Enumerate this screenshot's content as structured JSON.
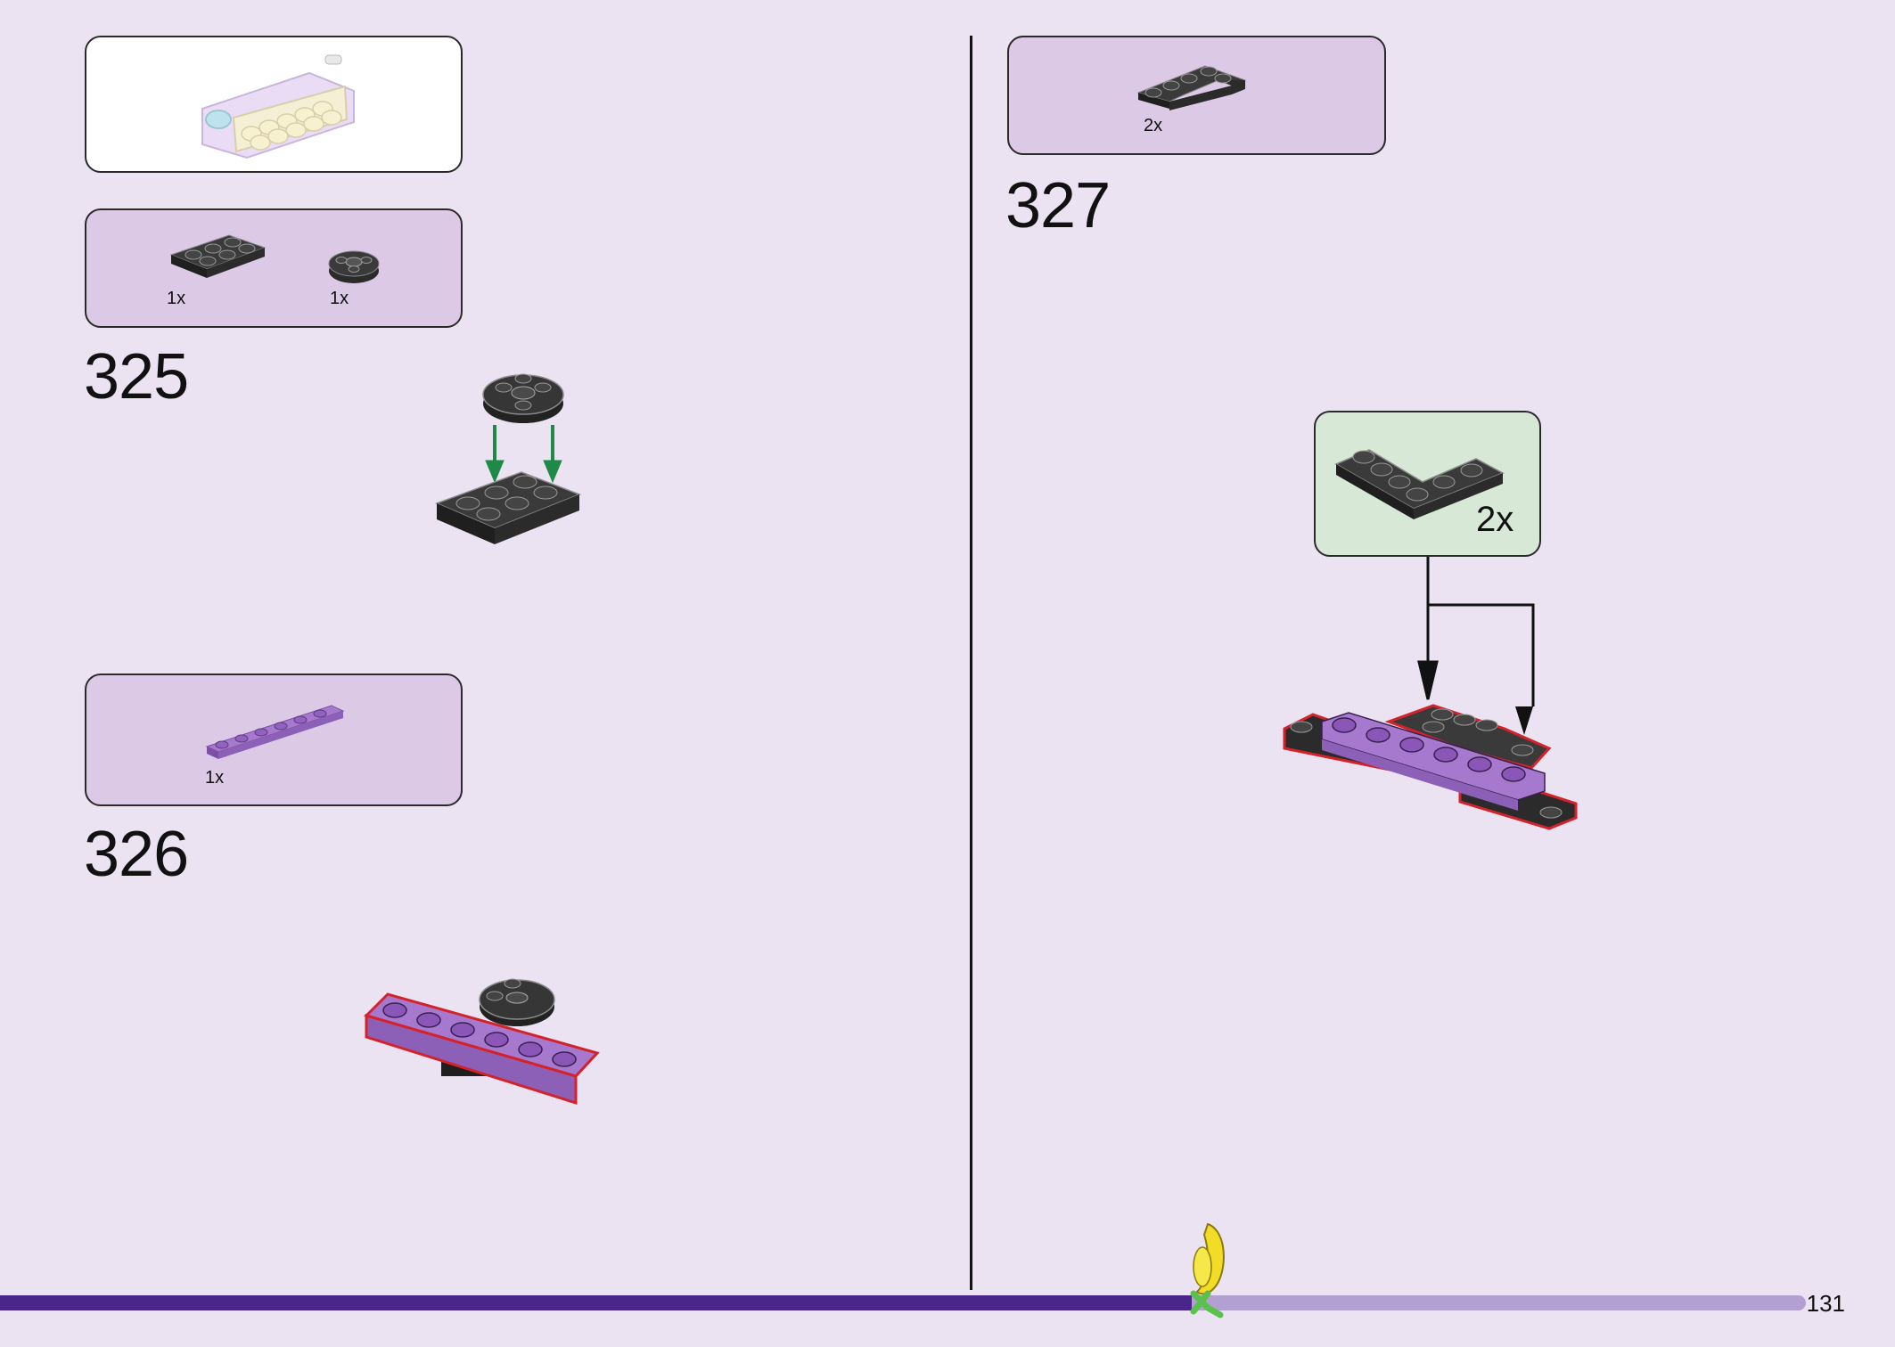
{
  "steps": [
    {
      "number": "325",
      "parts": [
        {
          "qty": "1x"
        },
        {
          "qty": "1x"
        }
      ]
    },
    {
      "number": "326",
      "parts": [
        {
          "qty": "1x"
        }
      ]
    },
    {
      "number": "327",
      "parts": [
        {
          "qty": "2x"
        }
      ],
      "callout_qty": "2x"
    }
  ],
  "footer": {
    "page_number": "131",
    "progress": 0.66
  },
  "colors": {
    "background": "#ebe3f2",
    "parts_box": "#dcc9e6",
    "callout": "#d7e8d7",
    "purple_plate": "#9d6cc8",
    "black_plate": "#2b2b2b",
    "arrow_green": "#1e8a46",
    "highlight_red": "#d4222a",
    "progress_dark": "#4b268a",
    "progress_light": "#b3a0d3"
  }
}
